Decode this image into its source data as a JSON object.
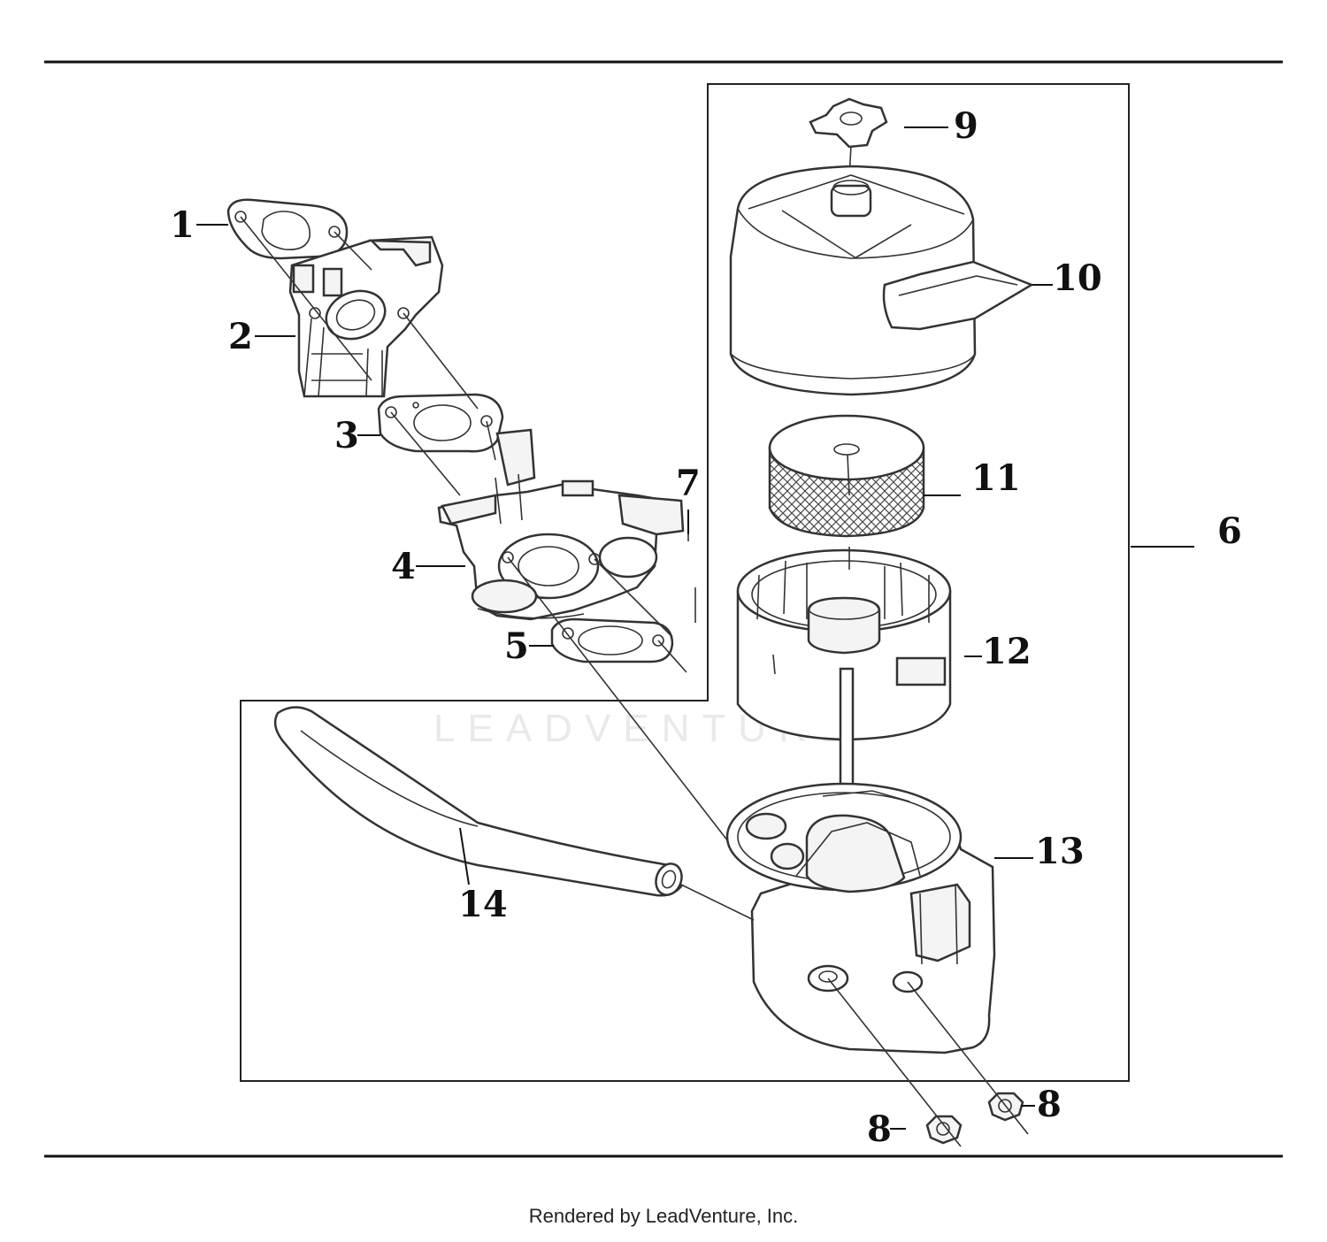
{
  "diagram": {
    "watermark": "LEADVENTURE",
    "callouts": {
      "c1": "1",
      "c2": "2",
      "c3": "3",
      "c4": "4",
      "c5": "5",
      "c6": "6",
      "c7": "7",
      "c8a": "8",
      "c8b": "8",
      "c9": "9",
      "c10": "10",
      "c11": "11",
      "c12": "12",
      "c13": "13",
      "c14": "14"
    }
  },
  "footer": {
    "text": "Rendered by LeadVenture, Inc."
  }
}
